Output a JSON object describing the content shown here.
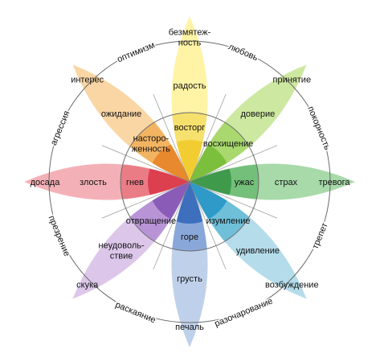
{
  "petals": [
    {
      "id": "joy",
      "colors": [
        "#fff3a6",
        "#f6e06e",
        "#f2cd32"
      ],
      "labels": [
        {
          "lines": [
            "безмятеж-",
            "ность"
          ]
        },
        {
          "lines": [
            "радость"
          ]
        },
        {
          "lines": [
            "восторг"
          ]
        }
      ]
    },
    {
      "id": "trust",
      "colors": [
        "#cde8a0",
        "#a9d86e",
        "#7cbf3c"
      ],
      "labels": [
        {
          "lines": [
            "принятие"
          ]
        },
        {
          "lines": [
            "доверие"
          ]
        },
        {
          "lines": [
            "восхищение"
          ]
        }
      ]
    },
    {
      "id": "fear",
      "colors": [
        "#a7d9a9",
        "#74bf7a",
        "#3f9a4c"
      ],
      "labels": [
        {
          "lines": [
            "тревога"
          ]
        },
        {
          "lines": [
            "страх"
          ]
        },
        {
          "lines": [
            "ужас"
          ]
        }
      ]
    },
    {
      "id": "surprise",
      "colors": [
        "#b5dceb",
        "#6fbfd9",
        "#2f9ac7"
      ],
      "labels": [
        {
          "lines": [
            "возбуждение"
          ]
        },
        {
          "lines": [
            "удивление"
          ]
        },
        {
          "lines": [
            "изумление"
          ]
        }
      ]
    },
    {
      "id": "sadness",
      "colors": [
        "#bfd0ea",
        "#89a8d9",
        "#3d6fbd"
      ],
      "labels": [
        {
          "lines": [
            "печаль"
          ]
        },
        {
          "lines": [
            "грусть"
          ]
        },
        {
          "lines": [
            "горе"
          ]
        }
      ]
    },
    {
      "id": "disgust",
      "colors": [
        "#dcc7ea",
        "#b894d6",
        "#8a5cb8"
      ],
      "labels": [
        {
          "lines": [
            "скука"
          ]
        },
        {
          "lines": [
            "неудоволь-",
            "ствие"
          ]
        },
        {
          "lines": [
            "отвращение"
          ]
        }
      ]
    },
    {
      "id": "anger",
      "colors": [
        "#f3b1b7",
        "#ea7c86",
        "#dc3f4e"
      ],
      "labels": [
        {
          "lines": [
            "досада"
          ]
        },
        {
          "lines": [
            "злость"
          ]
        },
        {
          "lines": [
            "гнев"
          ]
        }
      ]
    },
    {
      "id": "anticipation",
      "colors": [
        "#f9d6a4",
        "#f3b462",
        "#e8892e"
      ],
      "labels": [
        {
          "lines": [
            "интерес"
          ]
        },
        {
          "lines": [
            "ожидание"
          ]
        },
        {
          "lines": [
            "насторо-",
            "женность"
          ]
        }
      ]
    }
  ],
  "dyads": [
    {
      "text": "любовь"
    },
    {
      "text": "покорность"
    },
    {
      "text": "трепет"
    },
    {
      "text": "разочарование"
    },
    {
      "text": "раскаяние"
    },
    {
      "text": "презрение"
    },
    {
      "text": "агрессия"
    },
    {
      "text": "оптимизм"
    }
  ]
}
